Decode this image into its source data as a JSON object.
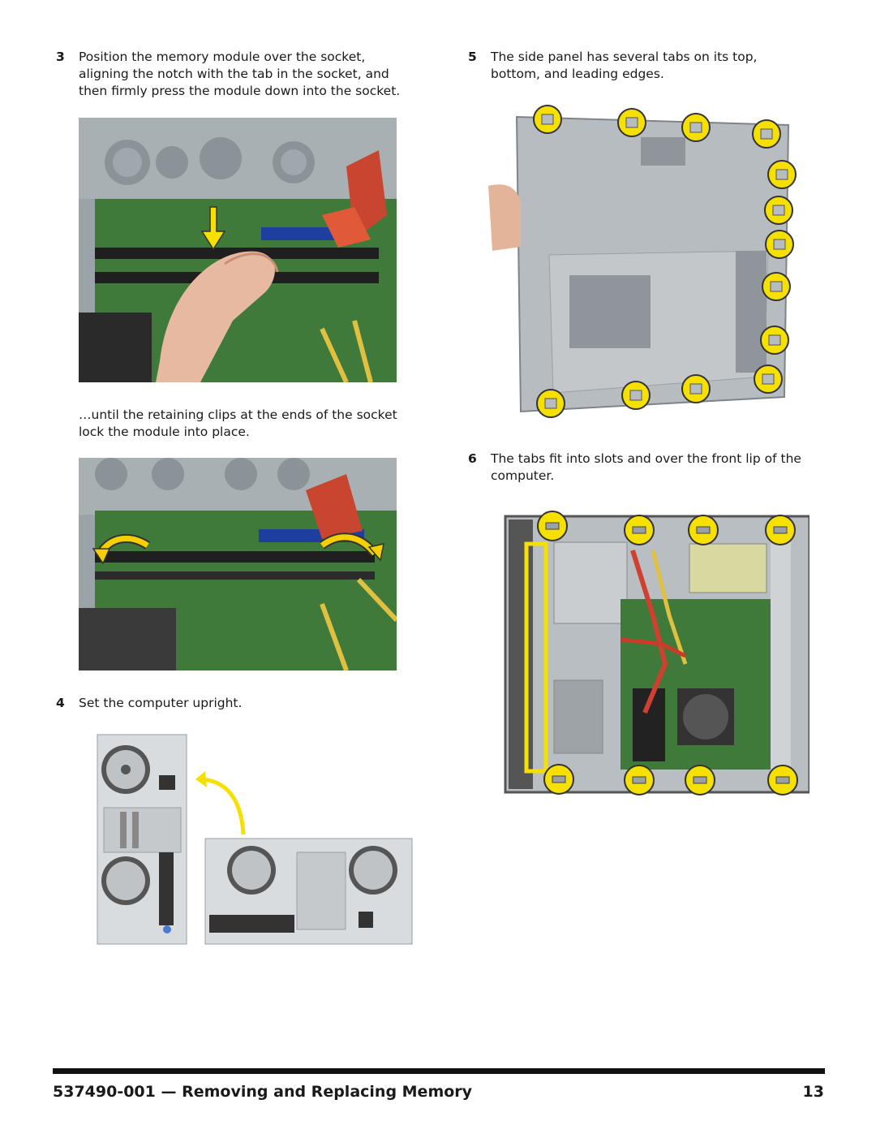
{
  "steps": {
    "step3": {
      "number": "3",
      "text": "Position the memory module over the socket, aligning the notch with the tab in the socket, and then firmly press the module down into the socket."
    },
    "caption_retaining": "…until the retaining clips at the ends of the socket lock the module into place.",
    "step4": {
      "number": "4",
      "text": "Set the computer upright."
    },
    "step5": {
      "number": "5",
      "text": "The side panel has several tabs on its top, bottom, and leading edges."
    },
    "step6": {
      "number": "6",
      "text": "The tabs fit into slots and over the front lip of the computer."
    }
  },
  "colors": {
    "highlight": "#f5e000",
    "board_green": "#3f7a3a",
    "chassis": "#b7bcc1"
  },
  "footer": {
    "doc_id": "537490-001",
    "title": "— Removing and Replacing Memory",
    "page": "13"
  }
}
